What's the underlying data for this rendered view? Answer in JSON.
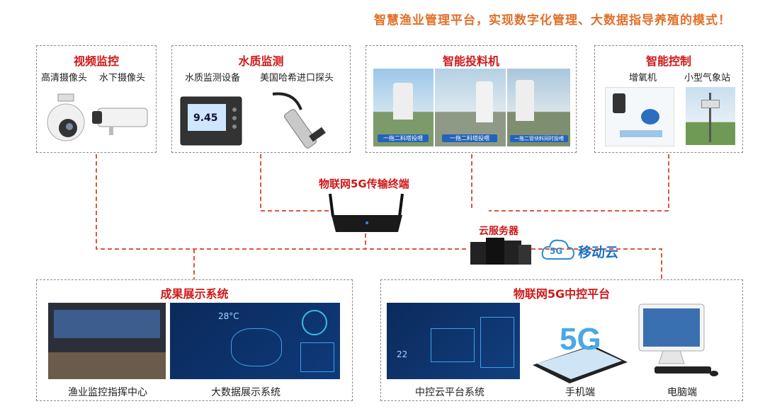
{
  "headline": "智慧渔业管理平台，实现数字化管理、大数据指导养殖的模式！",
  "boxes": {
    "video": {
      "title": "视频监控",
      "labels": [
        "高清摄像头",
        "水下摄像头"
      ]
    },
    "water": {
      "title": "水质监测",
      "labels": [
        "水质监测设备",
        "美国哈希进口探头"
      ],
      "meter_reading": "9.45"
    },
    "feeder": {
      "title": "智能投料机",
      "captions": [
        "一拖二料塔投喂",
        "一拖二料塔投喂",
        "一拖二管块料同时投喂"
      ]
    },
    "control": {
      "title": "智能控制",
      "labels": [
        "增氧机",
        "小型气象站"
      ]
    },
    "results": {
      "title": "成果展示系统",
      "labels": [
        "渔业监控指挥中心",
        "大数据展示系统"
      ],
      "screen_temp": "28°C"
    },
    "platform": {
      "title": "物联网5G中控平台",
      "labels": [
        "中控云平台系统",
        "手机端",
        "电脑端"
      ],
      "screen_num": "22"
    }
  },
  "terminal_label": "物联网5G传输终端",
  "server_label": "云服务器",
  "cloud": {
    "badge": "5G",
    "text": "移动云"
  },
  "colors": {
    "title_red": "#d01818",
    "headline_orange": "#e0702a",
    "wire": "#e0553a",
    "box_border": "#8a8a8a"
  }
}
